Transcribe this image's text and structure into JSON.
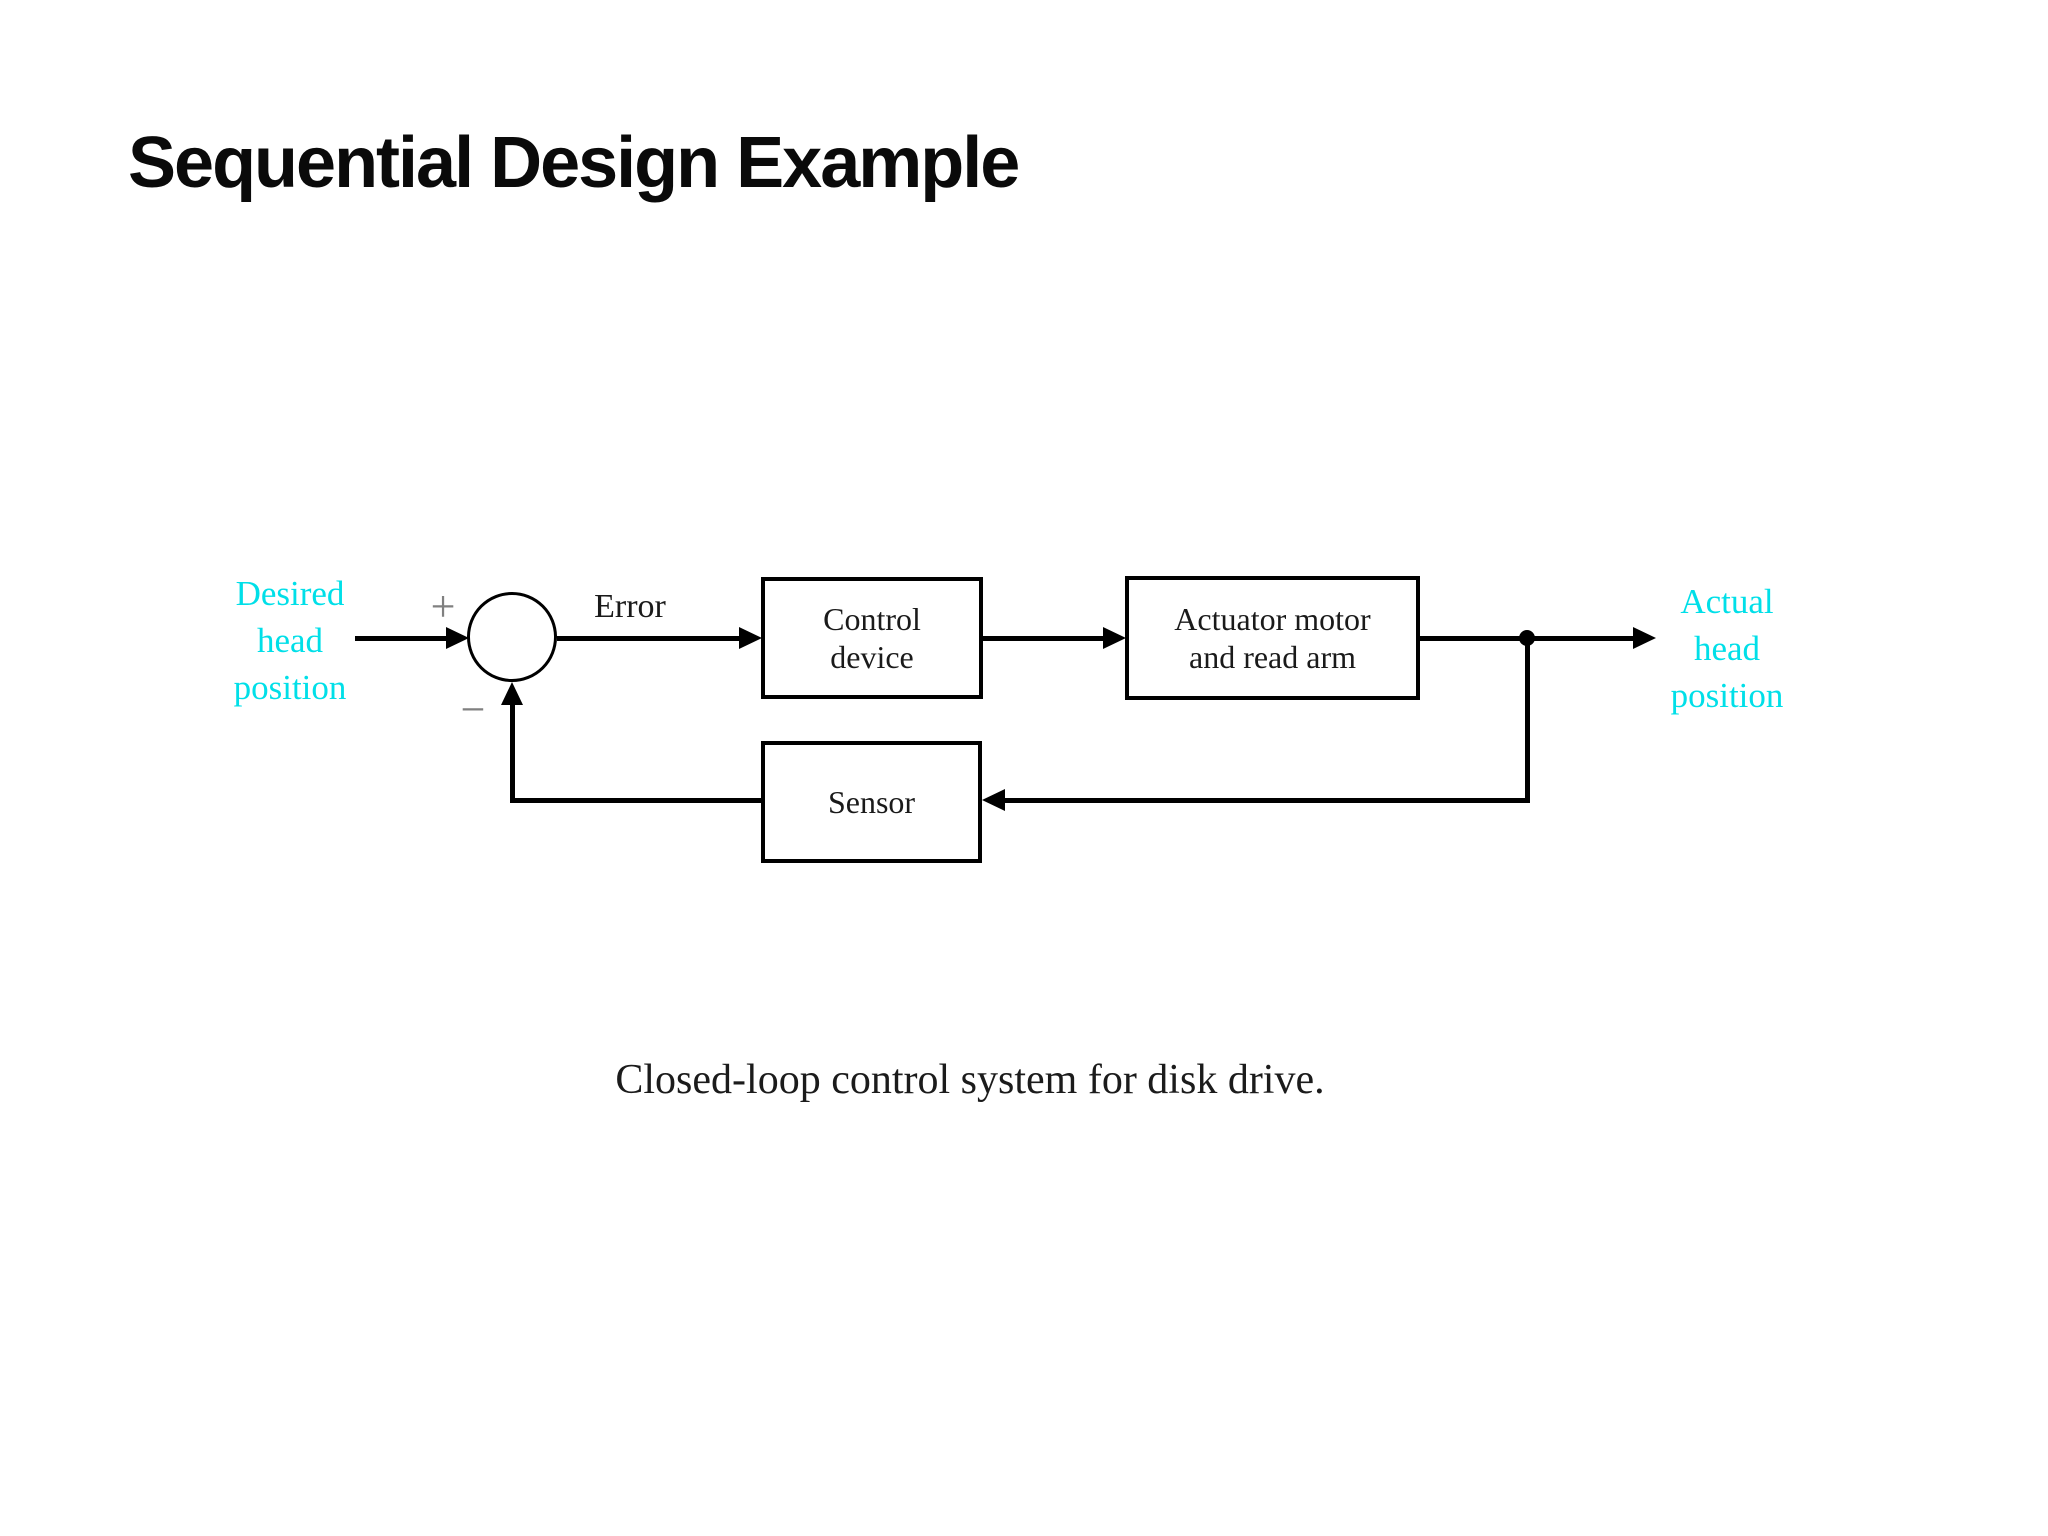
{
  "slide": {
    "title": "Sequential Design Example",
    "caption": "Closed-loop control system for disk drive."
  },
  "diagram": {
    "colors": {
      "signal_label_cyan": "#00dfe8",
      "line_black": "#000000",
      "sign_gray": "#808080",
      "background": "#ffffff"
    },
    "signals": {
      "input_label": "Desired\nhead\nposition",
      "output_label": "Actual\nhead\nposition",
      "error_label": "Error",
      "plus_sign": "+",
      "minus_sign": "−"
    },
    "blocks": {
      "control": "Control\ndevice",
      "actuator": "Actuator motor\nand read arm",
      "sensor": "Sensor"
    }
  }
}
